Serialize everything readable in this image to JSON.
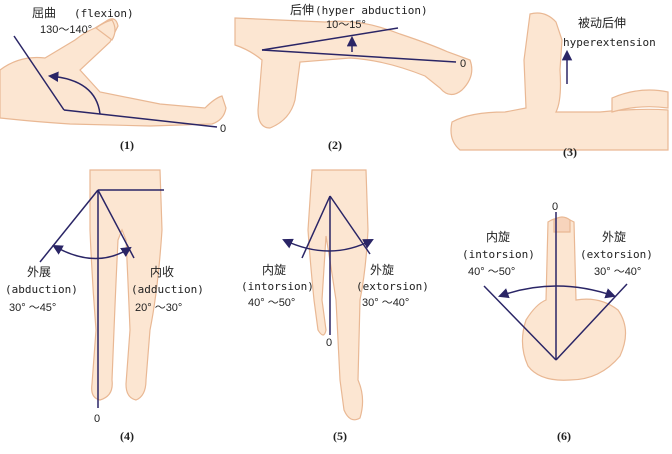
{
  "colors": {
    "line": "#2a2566",
    "skin": "#fce6d2",
    "skin_edge": "#e9b894",
    "arrow": "#2a2566",
    "text": "#222222"
  },
  "panels": [
    {
      "number": "(1)",
      "label_cn": "屈曲",
      "label_en": "(flexion)",
      "range": "130～140°",
      "zero": "0"
    },
    {
      "number": "(2)",
      "label_cn": "后伸",
      "label_en": "(hyper abduction)",
      "range": "10～15°",
      "zero": "0"
    },
    {
      "number": "(3)",
      "label_cn": "被动后伸",
      "label_en": "hyperextension"
    },
    {
      "number": "(4)",
      "left_cn": "外展",
      "left_en": "(abduction)",
      "left_range": "30° ～45°",
      "right_cn": "内收",
      "right_en": "(adduction)",
      "right_range": "20° ～30°",
      "zero": "0"
    },
    {
      "number": "(5)",
      "left_cn": "内旋",
      "left_en": "(intorsion)",
      "left_range": "40° ～50°",
      "right_cn": "外旋",
      "right_en": "(extorsion)",
      "right_range": "30° ～40°",
      "zero": "0"
    },
    {
      "number": "(6)",
      "left_cn": "内旋",
      "left_en": "(intorsion)",
      "left_range": "40° ～50°",
      "right_cn": "外旋",
      "right_en": "(extorsion)",
      "right_range": "30° ～40°",
      "zero": "0"
    }
  ]
}
